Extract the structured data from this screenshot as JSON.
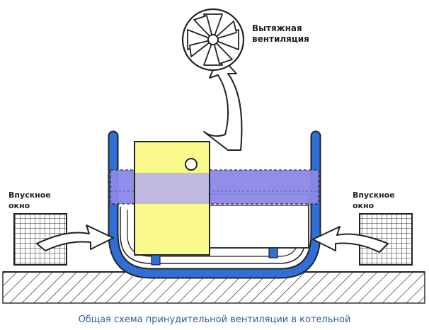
{
  "labels": {
    "exhaust_line1": "Вытяжная",
    "exhaust_line2": "вентиляция",
    "inlet_left_line1": "Впускное",
    "inlet_left_line2": "окно",
    "inlet_right_line1": "Впускное",
    "inlet_right_line2": "окно"
  },
  "caption": "Общая схема принудительной вентиляции в котельной",
  "colors": {
    "duct_blue": "#2f6fd6",
    "band_purple": "#8c88e8",
    "boiler_yellow": "#fafa8c",
    "outline": "#222222"
  },
  "icons": [
    "fan-icon",
    "window-grid-icon",
    "air-arrow-icon"
  ]
}
